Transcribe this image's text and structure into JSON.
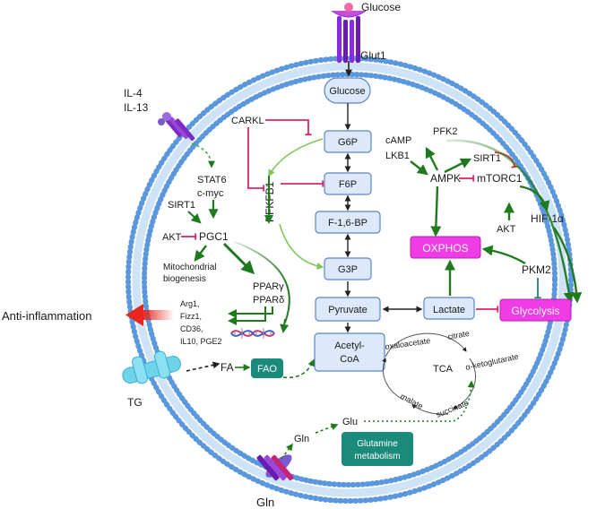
{
  "labels": {
    "glucose_top": "Glucose",
    "glut1": "Glut1",
    "il4": "IL-4",
    "il13": "IL-13",
    "carkl": "CARKL",
    "pfkfb1": "PFKFB1",
    "stat6": "STAT6",
    "cmyc": "c-myc",
    "sirt1_left": "SIRT1",
    "pgc1": "PGC1",
    "akt_left": "AKT",
    "mito_1": "Mitochondrial",
    "mito_2": "biogenesis",
    "ppar_g": "PPARγ",
    "ppar_d": "PPARδ",
    "genes": [
      "Arg1,",
      "Fizz1,",
      "CD36,",
      "IL10, PGE2"
    ],
    "anti_inflammation": "Anti-inflammation",
    "fa": "FA",
    "fao": "FAO",
    "tg": "TG",
    "gln_bottom": "Gln",
    "gln_inner": "Gln",
    "glu": "Glu",
    "glutamine_1": "Glutamine",
    "glutamine_2": "metabolism",
    "camp": "cAMP",
    "lkb1": "LKB1",
    "pfk2": "PFK2",
    "sirt1_right": "SIRT1",
    "ampk": "AMPK",
    "mtorc1": "mTORC1",
    "akt_right": "AKT",
    "hif": "HIF-1α",
    "oxphos": "OXPHOS",
    "pkm2": "PKM2",
    "lactate": "Lactate",
    "glycolysis": "Glycolysis",
    "tca": "TCA",
    "oxaloacetate": "oxaloacetate",
    "citrate": "citrate",
    "akg": "α-ketoglutarate",
    "succinate": "succinate",
    "malate": "malate"
  },
  "pathway": {
    "glucose": "Glucose",
    "g6p": "G6P",
    "f6p": "F6P",
    "f16bp": "F-1,6-BP",
    "g3p": "G3P",
    "pyruvate": "Pyruvate",
    "acetyl_1": "Acetyl-",
    "acetyl_2": "CoA"
  },
  "colors": {
    "membrane": "#7fb2e8",
    "membrane_bead": "#5a97dc",
    "box_fill": "#dde9fb",
    "box_stroke": "#5b86c6",
    "dark_green": "#1f7a1f",
    "light_green": "#7cc95a",
    "inhibit": "#e0245e",
    "magenta_box": "#f03ce6",
    "teal_box": "#1a8a7a",
    "red_arrow": "#e8261d"
  },
  "icons": [
    "glucose-transporter-icon",
    "il4-receptor-icon",
    "tg-transporter-icon",
    "gln-transporter-icon",
    "dna-helix-icon"
  ]
}
